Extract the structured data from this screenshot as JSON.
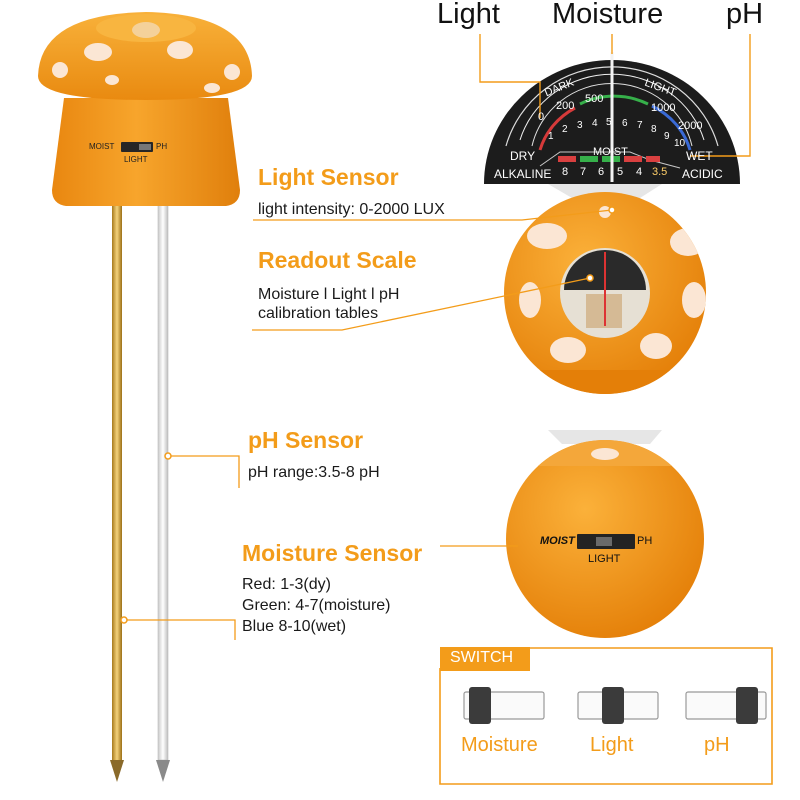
{
  "top_labels": {
    "light": "Light",
    "moisture": "Moisture",
    "ph": "pH"
  },
  "device": {
    "switch_moist": "MOIST",
    "switch_ph": "PH",
    "switch_light": "LIGHT"
  },
  "gauge": {
    "dark": "DARK",
    "light": "LIGHT",
    "dry": "DRY",
    "moist": "MOIST",
    "wet": "WET",
    "alkaline": "ALKALINE",
    "acidic": "ACIDIC",
    "lux_ticks": [
      "0",
      "200",
      "500",
      "1000",
      "2000"
    ],
    "moisture_ticks": [
      "1",
      "2",
      "3",
      "4",
      "5",
      "6",
      "7",
      "8",
      "9",
      "10"
    ],
    "ph_ticks": [
      "8",
      "7",
      "6",
      "5",
      "4",
      "3.5"
    ]
  },
  "sections": {
    "light_sensor": {
      "title": "Light Sensor",
      "lines": [
        "light intensity: 0-2000 LUX"
      ]
    },
    "readout_scale": {
      "title": "Readout Scale",
      "lines": [
        "Moisture l Light l pH",
        "calibration tables"
      ]
    },
    "ph_sensor": {
      "title": "pH Sensor",
      "lines": [
        "pH range:3.5-8 pH"
      ]
    },
    "moisture_sensor": {
      "title": "Moisture Sensor",
      "lines": [
        "Red: 1-3(dy)",
        "Green: 4-7(moisture)",
        "Blue 8-10(wet)"
      ]
    }
  },
  "switch_panel": {
    "title": "SWITCH",
    "labels": [
      "Moisture",
      "Light",
      "pH"
    ]
  },
  "colors": {
    "accent": "#f39c1a",
    "mushroom": "#f29a1e",
    "spot": "#fbe6d4",
    "gauge_bg": "#1c1c1c"
  }
}
